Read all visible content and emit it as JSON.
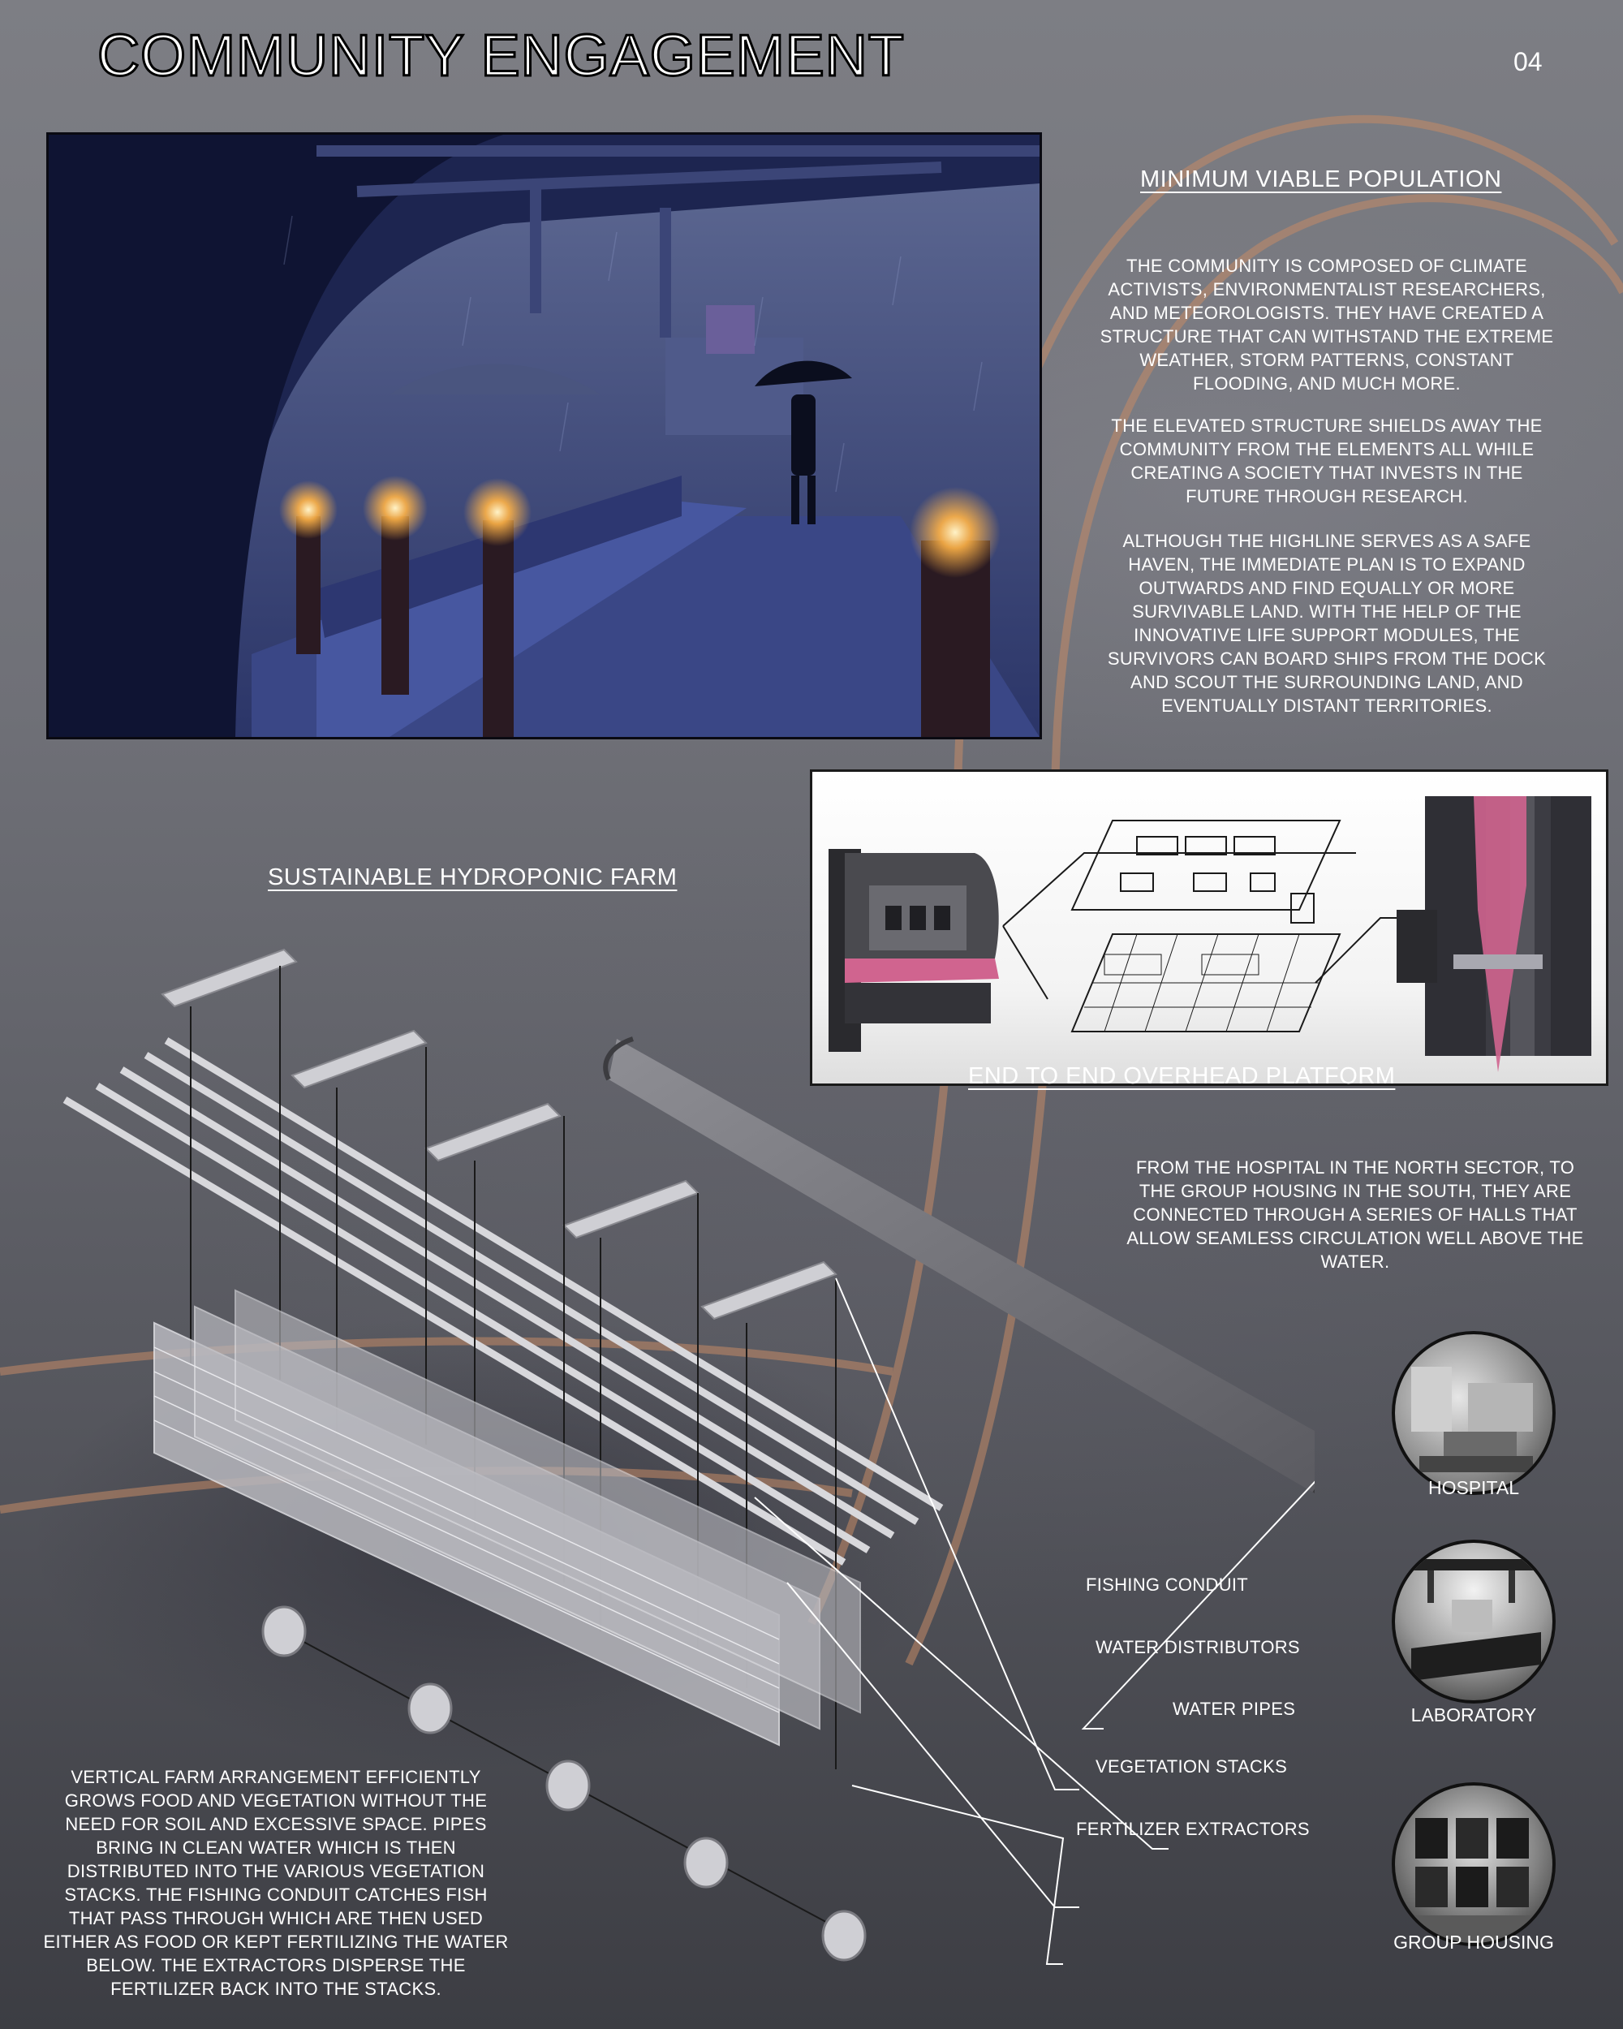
{
  "page": {
    "title": "COMMUNITY ENGAGEMENT",
    "page_number": "04"
  },
  "minimum_viable_population": {
    "heading": "MINIMUM VIABLE POPULATION",
    "paragraphs": [
      "THE COMMUNITY IS COMPOSED OF CLIMATE ACTIVISTS, ENVIRONMENTALIST RESEARCHERS, AND METEOROLOGISTS. THEY HAVE CREATED A STRUCTURE THAT CAN WITHSTAND THE EXTREME WEATHER, STORM PATTERNS, CONSTANT FLOODING, AND MUCH MORE.",
      "THE ELEVATED STRUCTURE SHIELDS AWAY THE COMMUNITY FROM THE ELEMENTS ALL WHILE CREATING A SOCIETY THAT INVESTS IN THE FUTURE THROUGH RESEARCH.",
      "ALTHOUGH THE HIGHLINE SERVES AS A SAFE HAVEN, THE IMMEDIATE PLAN IS TO EXPAND OUTWARDS AND FIND EQUALLY OR MORE SURVIVABLE LAND. WITH THE HELP OF THE INNOVATIVE LIFE SUPPORT MODULES, THE SURVIVORS CAN BOARD SHIPS FROM THE DOCK AND SCOUT THE SURROUNDING LAND, AND EVENTUALLY DISTANT TERRITORIES."
    ]
  },
  "hydroponic_farm": {
    "heading": "SUSTAINABLE HYDROPONIC FARM",
    "description": "VERTICAL FARM ARRANGEMENT EFFICIENTLY GROWS FOOD AND VEGETATION WITHOUT THE NEED FOR SOIL AND EXCESSIVE SPACE. PIPES BRING IN CLEAN WATER WHICH IS THEN DISTRIBUTED INTO THE VARIOUS VEGETATION STACKS. THE FISHING CONDUIT CATCHES FISH THAT PASS THROUGH WHICH ARE THEN USED EITHER AS FOOD OR KEPT FERTILIZING THE WATER BELOW. THE EXTRACTORS DISPERSE THE FERTILIZER BACK INTO THE STACKS.",
    "labels": {
      "fishing_conduit": "FISHING CONDUIT",
      "water_distributors": "WATER DISTRIBUTORS",
      "water_pipes": "WATER PIPES",
      "vegetation_stacks": "VEGETATION STACKS",
      "fertilizer_extractors": "FERTILIZER EXTRACTORS"
    }
  },
  "overhead_platform": {
    "heading": "END TO END OVERHEAD PLATFORM",
    "description": "FROM THE HOSPITAL IN THE NORTH SECTOR, TO THE GROUP HOUSING IN THE SOUTH, THEY ARE CONNECTED THROUGH A SERIES OF HALLS THAT ALLOW SEAMLESS CIRCULATION WELL ABOVE THE WATER."
  },
  "facilities": [
    {
      "label": "HOSPITAL"
    },
    {
      "label": "LABORATORY"
    },
    {
      "label": "GROUP HOUSING"
    }
  ],
  "colors": {
    "accent_pink": "#d0648f",
    "lamp_glow": "#ffb347",
    "ring_orange": "#c48a66"
  }
}
